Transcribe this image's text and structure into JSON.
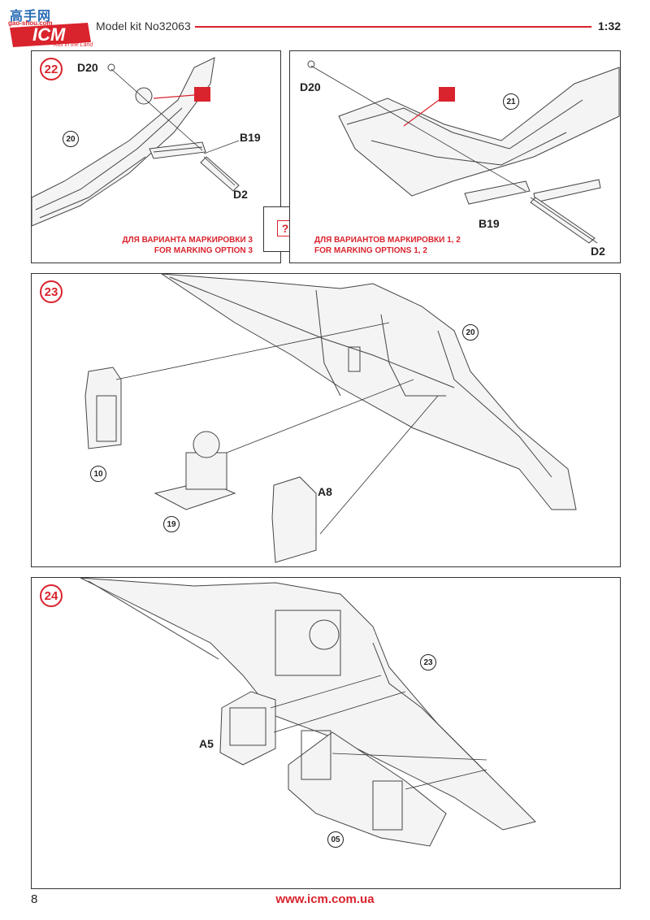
{
  "header": {
    "logo_text": "ICM",
    "logo_tagline": "Kits in the Land",
    "watermark_top": "高手网",
    "watermark_url": "gao-shou.com",
    "kit_number": "Model kit No32063",
    "scale": "1:32"
  },
  "steps": [
    {
      "number": "22",
      "left_option": {
        "labels": [
          "D20",
          "B19",
          "D2"
        ],
        "ref": "20",
        "note_ru": "ДЛЯ ВАРИАНТА МАРКИРОВКИ 3",
        "note_en": "FOR MARKING OPTION 3"
      },
      "right_option": {
        "labels": [
          "D20",
          "B19",
          "D2"
        ],
        "ref": "21",
        "note_ru": "ДЛЯ ВАРИАНТОВ МАРКИРОВКИ 1, 2",
        "note_en": "FOR MARKING OPTIONS 1, 2"
      },
      "choice_symbol": "?"
    },
    {
      "number": "23",
      "labels": [
        "A8"
      ],
      "refs": [
        "20",
        "10",
        "19"
      ]
    },
    {
      "number": "24",
      "labels": [
        "A5"
      ],
      "refs": [
        "23",
        "05"
      ]
    }
  ],
  "footer": {
    "page_number": "8",
    "url": "www.icm.com.ua"
  },
  "colors": {
    "accent": "#d9232d",
    "ink": "#444444"
  }
}
